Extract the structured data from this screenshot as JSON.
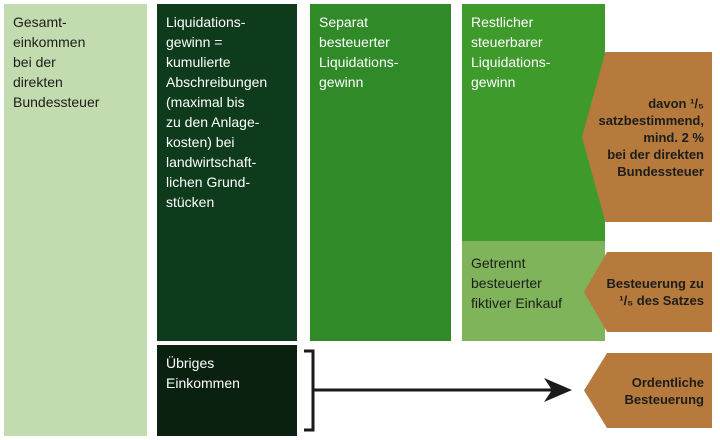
{
  "colors": {
    "light_green": "#c2dcaf",
    "dark_green": "#0e3b1c",
    "very_dark": "#0b2110",
    "mid_green": "#2f8a27",
    "bright_green": "#3f9a2c",
    "pale_green": "#7fb45a",
    "brown": "#b57a3c",
    "arrow": "#1a1a1a"
  },
  "columns": {
    "total_income": "Gesamt-\neinkommen\nbei der\ndirekten\nBundessteuer",
    "liquidation_gain": "Liquidations-\ngewinn =\nkumulierte\nAbschreibungen\n(maximal bis\nzu den Anlage-\nkosten) bei\nlandwirtschaft-\nlichen Grund-\nstücken",
    "other_income": "Übriges\nEinkommen",
    "separately_taxed": "Separat\nbesteuerter\nLiquidations-\ngewinn",
    "remaining_taxable": "Restlicher\nsteuerbarer\nLiquidations-\ngewinn",
    "fictitious_purchase": "Getrennt\nbesteuerter\nfiktiver Einkauf"
  },
  "tags": {
    "rate_determining": "davon ¹/₅\nsatzbestimmend,\nmind. 2 %\nbei der direkten\nBundessteuer",
    "fifth_rate": "Besteuerung zu\n¹/₅ des Satzes",
    "ordinary": "Ordentliche\nBesteuerung"
  }
}
